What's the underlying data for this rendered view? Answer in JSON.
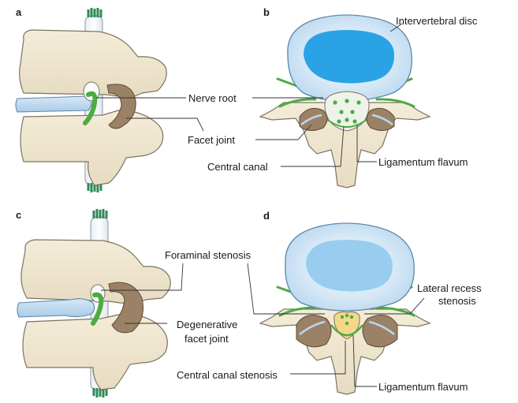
{
  "panels": {
    "a": {
      "letter": "a"
    },
    "b": {
      "letter": "b"
    },
    "c": {
      "letter": "c"
    },
    "d": {
      "letter": "d"
    }
  },
  "labels": {
    "nerve_root": "Nerve root",
    "facet_joint": "Facet joint",
    "intervertebral_disc": "Intervertebral disc",
    "central_canal": "Central canal",
    "ligamentum_flavum_b": "Ligamentum flavum",
    "foraminal_stenosis": "Foraminal stenosis",
    "degenerative_line1": "Degenerative",
    "degenerative_line2": "facet joint",
    "lateral_recess_line1": "Lateral recess",
    "lateral_recess_line2": "stenosis",
    "central_canal_stenosis": "Central canal stenosis",
    "ligamentum_flavum_d": "Ligamentum flavum"
  },
  "colors": {
    "bone": "#efe6cf",
    "bone_outline": "#6f6a5c",
    "disc_outer": "#cfe3f3",
    "disc_ring": "#b9d7ee",
    "disc_nucleus": "#29a3e6",
    "nerve_green": "#4cab43",
    "facet_brown": "#9b8266",
    "stenosis_yellow": "#f5d78a",
    "cord_white": "#f3f6f8",
    "cap_green": "#2e8b57"
  }
}
